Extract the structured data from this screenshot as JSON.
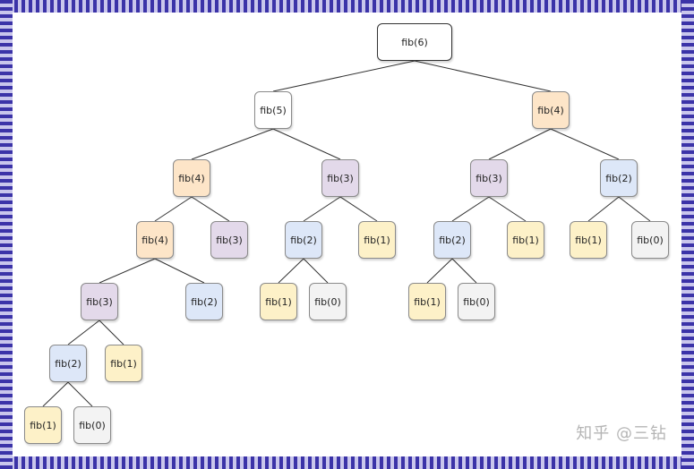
{
  "diagram": {
    "colors": {
      "root": "#ffffff",
      "fib5": "#ffffff",
      "fib4": "#fde5c8",
      "fib3": "#e3d9ea",
      "fib2": "#dde7f8",
      "fib1": "#fdf1c8",
      "fib0": "#f3f3f3",
      "edge": "#333333"
    },
    "nodes": [
      {
        "id": "n6",
        "label": "fib(6)",
        "kind": "root"
      },
      {
        "id": "n5",
        "label": "fib(5)",
        "kind": "fib5"
      },
      {
        "id": "n4a",
        "label": "fib(4)",
        "kind": "fib4"
      },
      {
        "id": "n3a",
        "label": "fib(3)",
        "kind": "fib3"
      },
      {
        "id": "n4b",
        "label": "fib(4)",
        "kind": "fib4"
      },
      {
        "id": "n3b",
        "label": "fib(3)",
        "kind": "fib3"
      },
      {
        "id": "n2a",
        "label": "fib(2)",
        "kind": "fib2"
      },
      {
        "id": "n4c",
        "label": "fib(4)",
        "kind": "fib4"
      },
      {
        "id": "n3c",
        "label": "fib(3)",
        "kind": "fib3"
      },
      {
        "id": "n2b",
        "label": "fib(2)",
        "kind": "fib2"
      },
      {
        "id": "n1a",
        "label": "fib(1)",
        "kind": "fib1"
      },
      {
        "id": "n2c",
        "label": "fib(2)",
        "kind": "fib2"
      },
      {
        "id": "n1b",
        "label": "fib(1)",
        "kind": "fib1"
      },
      {
        "id": "n3d",
        "label": "fib(3)",
        "kind": "fib3"
      },
      {
        "id": "n2d",
        "label": "fib(2)",
        "kind": "fib2"
      },
      {
        "id": "n1c",
        "label": "fib(1)",
        "kind": "fib1"
      },
      {
        "id": "n0a",
        "label": "fib(0)",
        "kind": "fib0"
      },
      {
        "id": "n1d",
        "label": "fib(1)",
        "kind": "fib1"
      },
      {
        "id": "n0b",
        "label": "fib(0)",
        "kind": "fib0"
      },
      {
        "id": "n1e",
        "label": "fib(1)",
        "kind": "fib1"
      },
      {
        "id": "n0c",
        "label": "fib(0)",
        "kind": "fib0"
      },
      {
        "id": "n2e",
        "label": "fib(2)",
        "kind": "fib2"
      },
      {
        "id": "n1f",
        "label": "fib(1)",
        "kind": "fib1"
      },
      {
        "id": "n1g",
        "label": "fib(1)",
        "kind": "fib1"
      },
      {
        "id": "n0d",
        "label": "fib(0)",
        "kind": "fib0"
      }
    ],
    "edges": [
      [
        "n6",
        "n5"
      ],
      [
        "n6",
        "n4a"
      ],
      [
        "n5",
        "n4b"
      ],
      [
        "n5",
        "n3b"
      ],
      [
        "n4a",
        "n3a"
      ],
      [
        "n4a",
        "n2a"
      ],
      [
        "n4b",
        "n4c"
      ],
      [
        "n4b",
        "n3c"
      ],
      [
        "n3b",
        "n2b"
      ],
      [
        "n3b",
        "n1a"
      ],
      [
        "n3a",
        "n2c"
      ],
      [
        "n3a",
        "n1b"
      ],
      [
        "n2a",
        "n1g"
      ],
      [
        "n2a",
        "n0d"
      ],
      [
        "n4c",
        "n3d"
      ],
      [
        "n4c",
        "n2e"
      ],
      [
        "n2b",
        "n1c"
      ],
      [
        "n2b",
        "n0a"
      ],
      [
        "n2c",
        "n1d"
      ],
      [
        "n2c",
        "n0b"
      ],
      [
        "n3d",
        "n2d"
      ],
      [
        "n3d",
        "n1f"
      ],
      [
        "n2d",
        "n1e"
      ],
      [
        "n2d",
        "n0c"
      ]
    ]
  },
  "watermark": "知乎 @三钻"
}
